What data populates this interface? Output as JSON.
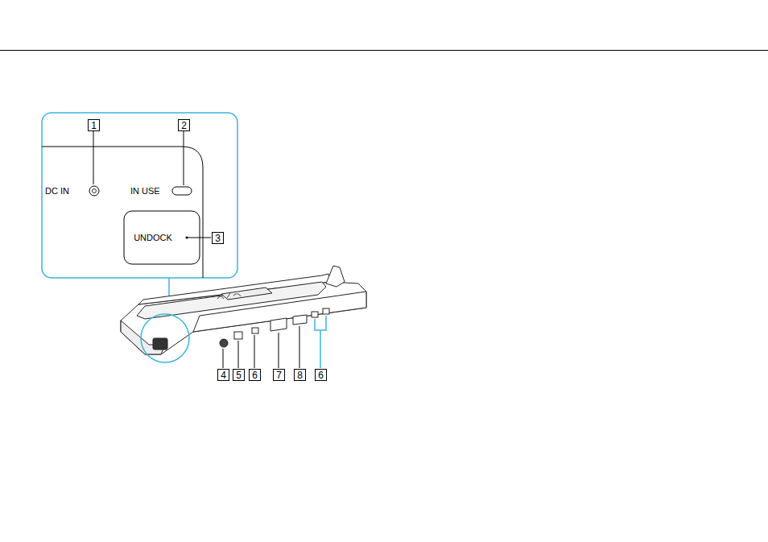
{
  "diagram": {
    "labels": [
      "1",
      "2",
      "DC IN",
      "IN USE",
      "UNDOCK",
      "3",
      "4",
      "5",
      "6",
      "7",
      "8",
      "6"
    ]
  }
}
